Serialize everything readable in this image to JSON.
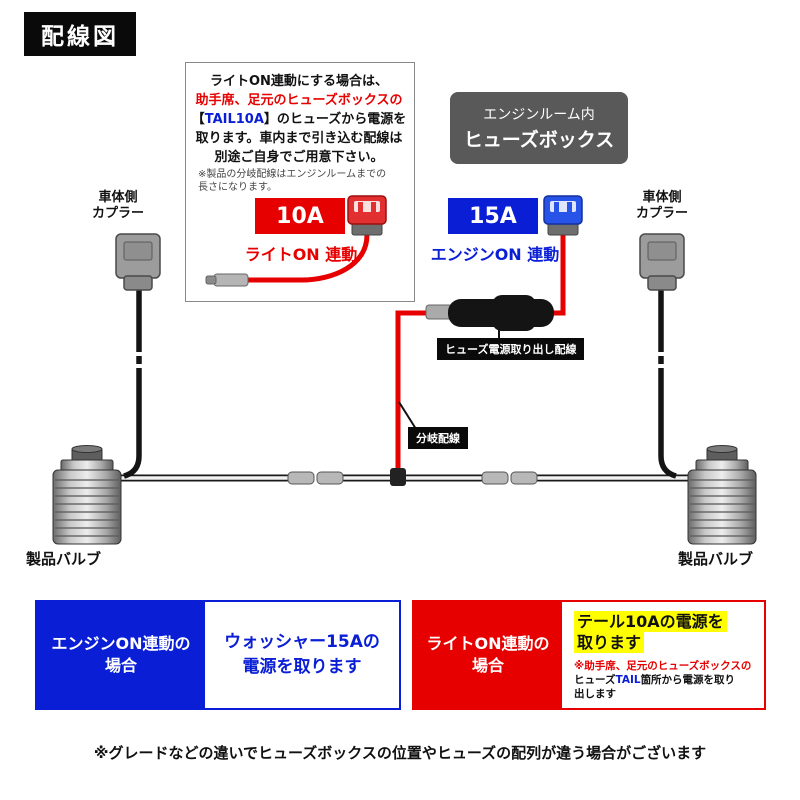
{
  "title": "配線図",
  "instruction": {
    "line1": "ライトON連動にする場合は、",
    "line2": "助手席、足元のヒューズボックスの",
    "line3_pre": "【",
    "line3_tail": "TAIL10A",
    "line3_post": "】のヒューズから電源を",
    "line4": "取ります。車内まで引き込む配線は",
    "line5": "別途ご自身でご用意下さい。",
    "note1": "※製品の分岐配線はエンジンルームまでの",
    "note2": "長さになります。"
  },
  "fuse_10a": {
    "amp": "10A",
    "caption": "ライトON 連動"
  },
  "fuse_15a": {
    "amp": "15A",
    "caption": "エンジンON 連動"
  },
  "engine_room_box": {
    "line1": "エンジンルーム内",
    "line2": "ヒューズボックス"
  },
  "coupler": {
    "line1": "車体側",
    "line2": "カプラー"
  },
  "bulb_label": "製品バルブ",
  "wire_tags": {
    "fuse_power": "ヒューズ電源取り出し配線",
    "branch": "分岐配線"
  },
  "info_blue": {
    "head1": "エンジンON連動の",
    "head2": "場合",
    "body1": "ウォッシャー15Aの",
    "body2": "電源を取ります"
  },
  "info_red": {
    "head1": "ライトON連動の",
    "head2": "場合",
    "highlight1": "テール10Aの電源を",
    "highlight2": "取ります",
    "small1": "※助手席、足元のヒューズボックスの",
    "small2_pre": "ヒューズ",
    "small2_tail": "TAIL",
    "small2_post": "箇所から電源を取り",
    "small3": "出します"
  },
  "footer_note": "※グレードなどの違いでヒューズボックスの位置やヒューズの配列が違う場合がございます",
  "colors": {
    "red": "#e60000",
    "blue": "#0a1ed6",
    "yellow": "#ffff00",
    "dark_gray": "#595959"
  }
}
